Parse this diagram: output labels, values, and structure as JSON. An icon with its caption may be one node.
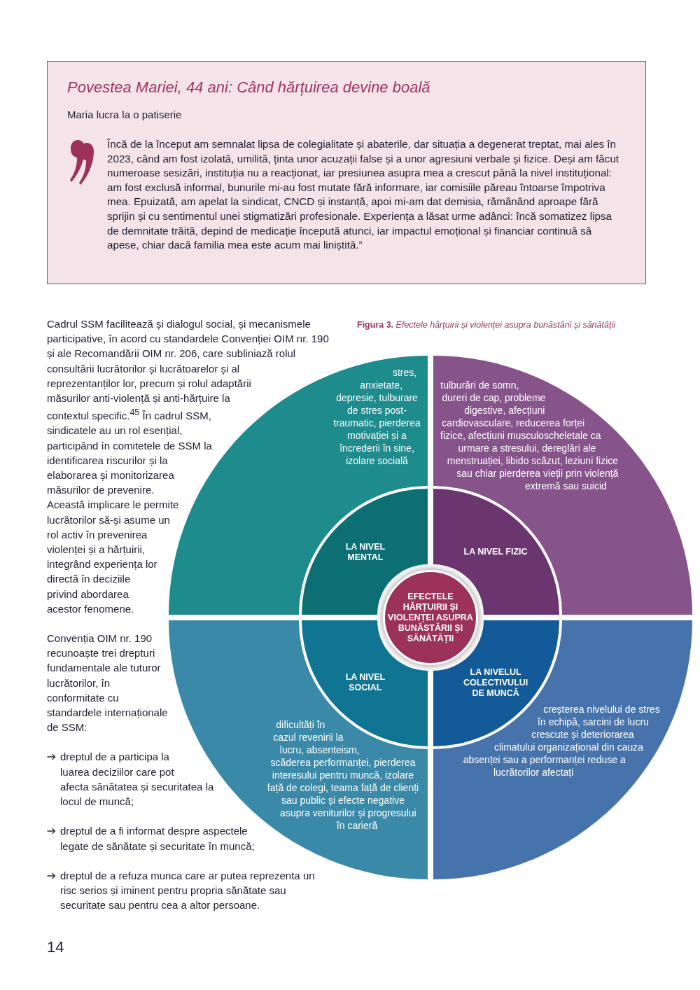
{
  "diagram": {
    "caption": "**Figura 3.** *Efectele hărțuirii și violenței asupra bunăstării și sănătății*",
    "nodes": [
      {
        "text": [
          "Povestea Mariei, 44 ani: Când hărțuirea devine boală",
          "Maria lucra la o patiserie",
          "Încă de la început am semnalat lipsa de colegialitate și abaterile, dar situația a degenerat treptat, mai ales în 2023, când am fost izolată, umilită, ținta unor acuzații false și a unor agresiuni verbale și fizice. Deși am făcut numeroase sesizări, instituția nu a reacționat, iar presiunea asupra mea a crescut până la nivel instituțional: am fost exclusă informal, bunurile mi-au fost mutate fără informare, iar comisiile păreau întoarse împotriva mea. Epuizată, am apelat la sindicat, CNCD și instanță, apoi mi-am dat demisia, rămânând aproape fără sprijin și cu sentimentul unei stigmatizări profesionale. Experiența a lăsat urme adânci: încă somatizez lipsa de demnitate trăită, depind de medicație începută atunci, iar impactul emoțional și financiar continuă să apese, chiar dacă familia mea este acum mai liniștită.”"
        ]
      },
      {
        "text": [
          "EFECTELE HĂRȚUIRII ȘI VIOLENȚEI ASUPRA BUNĂSTĂRII ȘI SĂNĂTĂȚII"
        ]
      },
      {
        "text": [
          "LA NIVEL MENTAL"
        ]
      },
      {
        "text": [
          "LA NIVEL FIZIC"
        ]
      },
      {
        "text": [
          "LA NIVEL SOCIAL"
        ]
      },
      {
        "text": [
          "LA NIVELUL COLECTIVULUI DE MUNCĂ"
        ]
      },
      {
        "text": [
          "stres, anxietate, depresie, tulburare de stres post-traumatic, pierderea motivației și a încrederii în sine, izolare socială"
        ]
      },
      {
        "text": [
          "tulburări de somn, dureri de cap, probleme digestive, afecțiuni cardiovasculare, reducerea forței fizice, afecțiuni musculoscheletale ca urmare a stresului, dereglări ale menstruației, libido scăzut, leziuni fizice sau chiar pierderea vieții prin violență extremă sau suicid"
        ]
      },
      {
        "text": [
          "dificultăți în cazul revenirii la lucru, absenteism, scăderea performanței, pierderea interesului pentru muncă, izolare față de colegi, teama față de clienți sau public și efecte negative asupra veniturilor și progresului în carieră"
        ]
      },
      {
        "text": [
          "creșterea nivelului de stres în echipă, sarcini de lucru crescute și deteriorarea climatului organizațional din cauza absenței sau a performanței reduse a lucrătorilor afectați"
        ]
      }
    ],
    "labels": [
      "Cadrul SSM facilitează și dialogul social, și mecanismele participative, în acord cu standardele Convenției OIM nr. 190 și ale Recomandării OIM nr. 206, care subliniază rolul consultării lucrătorilor și lucrătoarelor și al reprezentanților lor, precum și rolul adaptării măsurilor anti-violență și anti-hărțuire la contextul specific.$^{45}$ În cadrul SSM, sindicatele au un rol esențial, participând în comitetele de SSM la identificarea riscurilor și la elaborarea și monitorizarea măsurilor de prevenire. Această implicare le permite lucrătorilor să-și asume un rol activ în prevenirea violenței și a hărțuirii, integrând experiența lor directă în deciziile privind abordarea acestor fenomene.",
      "Convenția OIM nr. 190 recunoaște trei drepturi fundamentale ale tuturor lucrătorilor, în conformitate cu standardele internaționale de SSM:",
      "dreptul de a participa la luarea deciziilor care pot afecta sănătatea și securitatea la locul de muncă;",
      "dreptul de a fi informat despre aspectele legate de sănătate și securitate în muncă;",
      "dreptul de a refuza munca care ar putea reprezenta un risc serios și iminent pentru propria sănătate sau securitate sau pentru cea a altor persoane.",
      "14"
    ]
  }
}
